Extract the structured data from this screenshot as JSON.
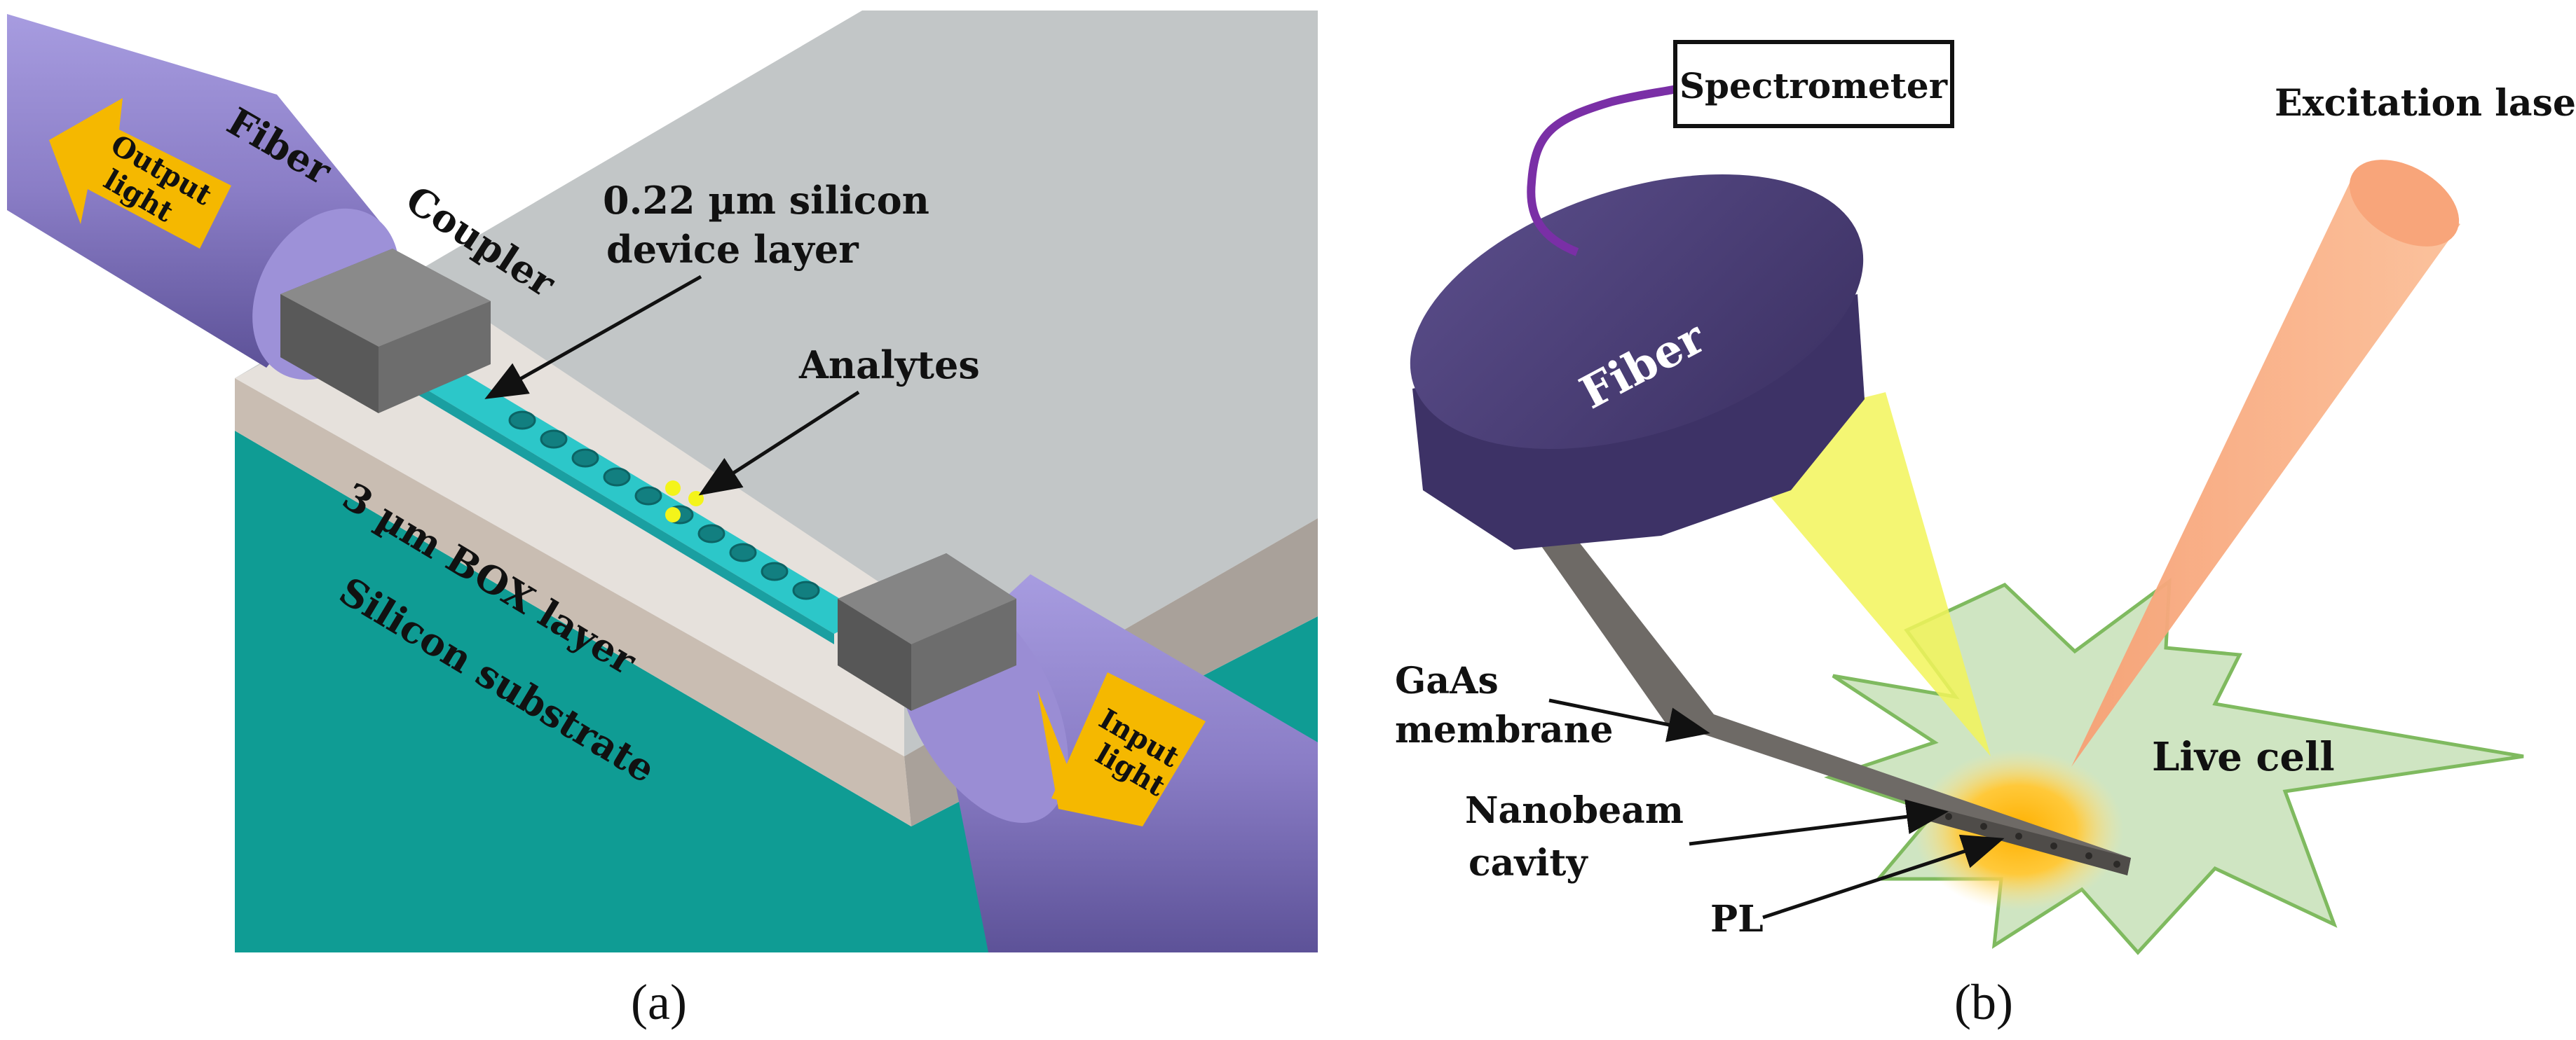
{
  "panel_a": {
    "caption": "(a)",
    "labels": {
      "fiber": "Fiber",
      "coupler": "Coupler",
      "device_layer_line1": "0.22 µm silicon",
      "device_layer_line2": "device layer",
      "analytes": "Analytes",
      "box_layer": "3 µm BOX layer",
      "substrate": "Silicon substrate",
      "output_line1": "Output",
      "output_line2": "light",
      "input_line1": "Input",
      "input_line2": "light"
    },
    "colors": {
      "fiber": "#8c7fc4",
      "substrate": "#0f9c94",
      "box": "#c9bdb2",
      "top": "#c4c8c8",
      "waveguide": "#2cc7c9",
      "coupler": "#6b6b6b",
      "arrow": "#f5b800",
      "analyte": "#f4f41a"
    }
  },
  "panel_b": {
    "caption": "(b)",
    "labels": {
      "spectrometer": "Spectrometer",
      "excitation": "Excitation laser",
      "fiber": "Fiber",
      "membrane_line1": "GaAs",
      "membrane_line2": "membrane",
      "cavity_line1": "Nanobeam",
      "cavity_line2": "cavity",
      "pl": "PL",
      "cell": "Live cell"
    },
    "colors": {
      "fiber": "#4c3f78",
      "cable": "#7a2fa6",
      "laser": "#f9a77a",
      "cell": "#cfe5c2",
      "cell_edge": "#7fba5f",
      "collection_cone": "#f2f45a",
      "pl_glow": "#ffc21a",
      "membrane": "#6e6a66"
    }
  }
}
